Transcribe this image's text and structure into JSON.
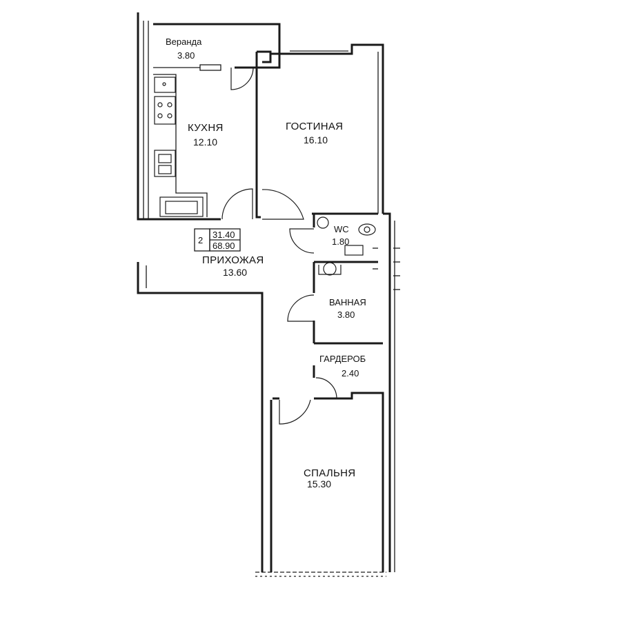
{
  "rooms": {
    "veranda": {
      "name": "Веранда",
      "area": "3.80"
    },
    "kitchen": {
      "name": "КУХНЯ",
      "area": "12.10"
    },
    "living": {
      "name": "ГОСТИНАЯ",
      "area": "16.10"
    },
    "wc": {
      "name": "WC",
      "area": "1.80"
    },
    "hall": {
      "name": "ПРИХОЖАЯ",
      "area": "13.60"
    },
    "bath": {
      "name": "ВАННАЯ",
      "area": "3.80"
    },
    "wardrobe": {
      "name": "ГАРДЕРОБ",
      "area": "2.40"
    },
    "bedroom": {
      "name": "СПАЛЬНЯ",
      "area": "15.30"
    }
  },
  "apartment": {
    "rooms_count": "2",
    "living_area": "31.40",
    "total_area": "68.90"
  }
}
